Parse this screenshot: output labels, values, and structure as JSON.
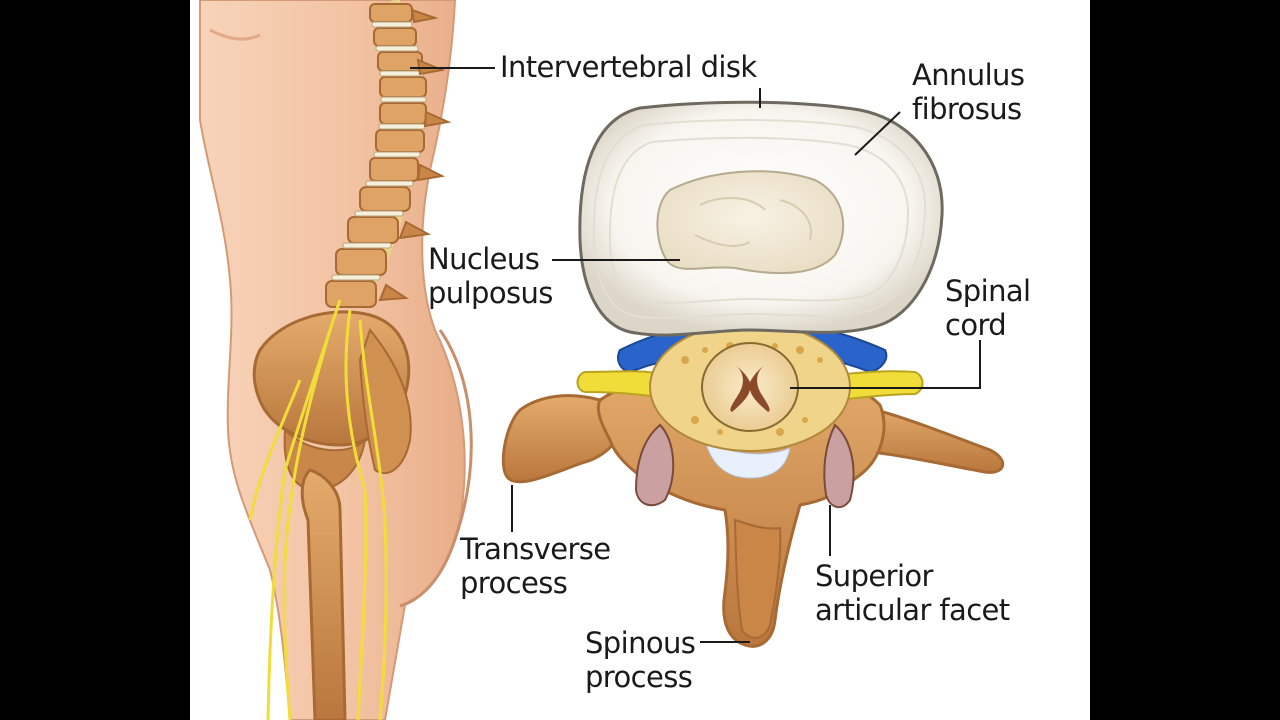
{
  "figure": {
    "colors": {
      "background": "#000000",
      "panel": "#ffffff",
      "skin": "#f4c6a6",
      "bone": "#d99a5c",
      "bone_dark": "#a86a34",
      "nerve": "#f1dd3a",
      "disk_outer": "#fbfaf6",
      "nucleus": "#f2ead8",
      "blood_vessel": "#2a63c9",
      "spinal_cord": "#f6dfb0",
      "gray_matter": "#8a4a2a",
      "leader_line": "#1a1a1a"
    },
    "labels": {
      "intervertebral_disk": "Intervertebral disk",
      "annulus_fibrosus": [
        "Annulus",
        "fibrosus"
      ],
      "nucleus_pulposus": [
        "Nucleus",
        "pulposus"
      ],
      "spinal_cord": [
        "Spinal",
        "cord"
      ],
      "transverse_process": [
        "Transverse",
        "process"
      ],
      "superior_articular_facet": [
        "Superior",
        "articular facet"
      ],
      "spinous_process": [
        "Spinous",
        "process"
      ]
    }
  }
}
